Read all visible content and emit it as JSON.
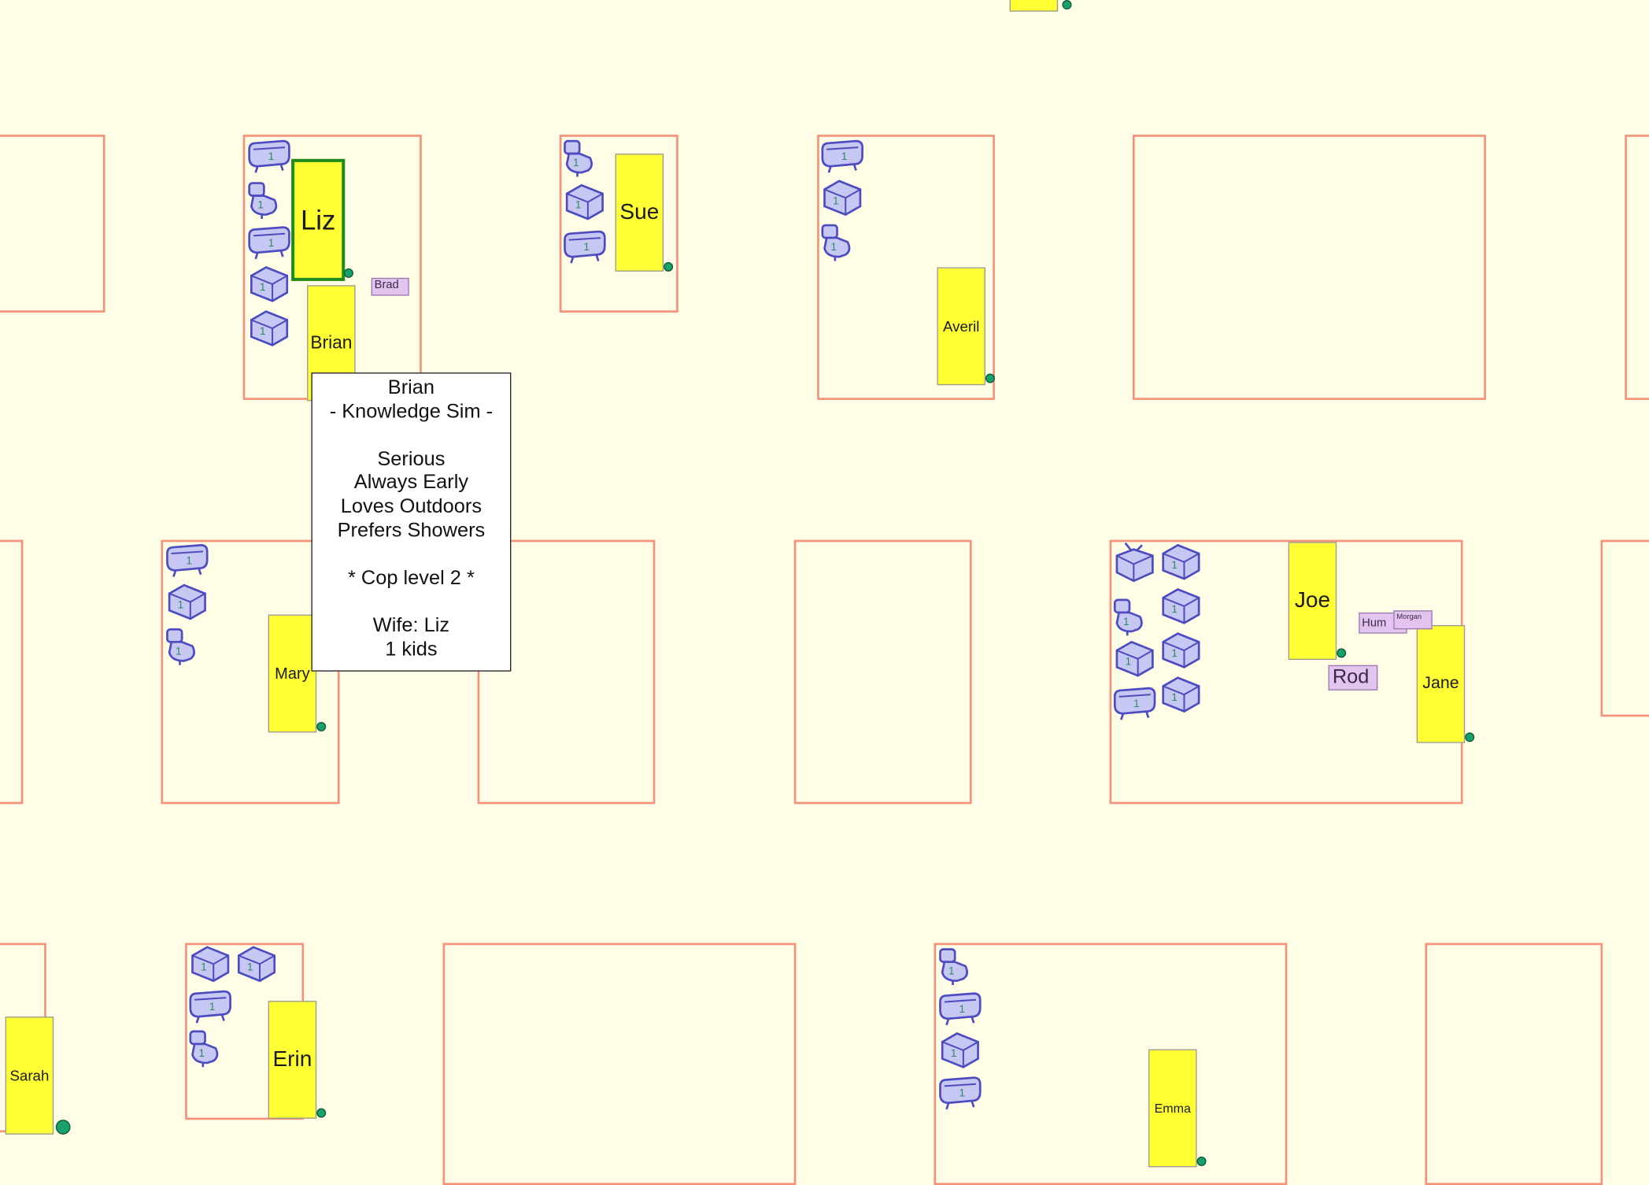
{
  "sims": [
    {
      "id": "liz",
      "name": "Liz",
      "selected": true
    },
    {
      "id": "brian",
      "name": "Brian"
    },
    {
      "id": "sue",
      "name": "Sue"
    },
    {
      "id": "averil",
      "name": "Averil"
    },
    {
      "id": "mary",
      "name": "Mary"
    },
    {
      "id": "joe",
      "name": "Joe"
    },
    {
      "id": "jane",
      "name": "Jane"
    },
    {
      "id": "sarah",
      "name": "Sarah"
    },
    {
      "id": "erin",
      "name": "Erin"
    },
    {
      "id": "emma",
      "name": "Emma"
    }
  ],
  "visitors": [
    {
      "id": "brad",
      "name": "Brad"
    },
    {
      "id": "hum",
      "name": "Hum"
    },
    {
      "id": "morgan",
      "name": "Morgan"
    },
    {
      "id": "rod",
      "name": "Rod"
    }
  ],
  "tooltip": {
    "name": "Brian",
    "aspiration": "- Knowledge Sim -",
    "traits": [
      "Serious",
      "Always Early",
      "Loves Outdoors",
      "Prefers Showers"
    ],
    "career": "* Cop level 2 *",
    "spouse": "Wife: Liz",
    "kids": "1 kids"
  },
  "icons": {
    "furniture": [
      "bathtub-icon",
      "toilet-icon",
      "shower-icon",
      "television-icon"
    ],
    "sim_marker": "sim-status-dot",
    "colors": {
      "lot_border": "#f4937a",
      "sim_fill": "#ffff33",
      "furniture": "#5a5ac8",
      "selected": "#1f8a1f",
      "visitor": "#e2c4ee"
    }
  }
}
